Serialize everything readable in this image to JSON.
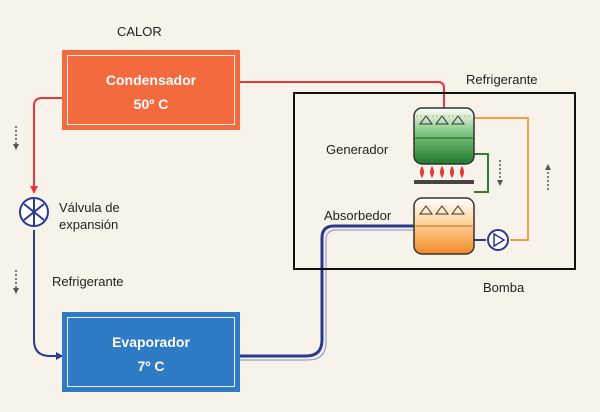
{
  "labels": {
    "calor": "CALOR",
    "refrigerante_top": "Refrigerante",
    "generador": "Generador",
    "valvula_line1": "Válvula de",
    "valvula_line2": "expansión",
    "absorbedor": "Absorbedor",
    "refrigerante_left": "Refrigerante",
    "bomba": "Bomba"
  },
  "condensador": {
    "title": "Condensador",
    "temp": "50º C"
  },
  "evaporador": {
    "title": "Evaporador",
    "temp": "7º C"
  },
  "colors": {
    "background": "#f8f3ea",
    "condensador": "#f26a3d",
    "evaporador": "#2f7bc6",
    "hot_line": "#e8363c",
    "cold_line": "#2b3a8f",
    "orange_line": "#f0a04b",
    "green_line": "#2e7d32",
    "generator_fill": "#2f8f3a",
    "absorber_fill": "#f59a3c",
    "flame": "#e53935"
  }
}
